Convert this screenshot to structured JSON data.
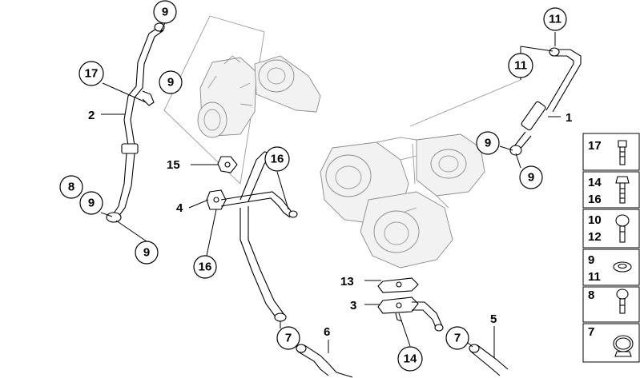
{
  "callouts": {
    "c9_top": "9",
    "c9_a": "9",
    "c17": "17",
    "c2": "2",
    "c8": "8",
    "c9_b": "9",
    "c9_c": "9",
    "c15": "15",
    "c4": "4",
    "c16_a": "16",
    "c16_b": "16",
    "c11_top": "11",
    "c11_b": "11",
    "c1": "1",
    "c9_d": "9",
    "c9_e": "9",
    "c13": "13",
    "c3": "3",
    "c14": "14",
    "c7_a": "7",
    "c6": "6",
    "c7_b": "7",
    "c5": "5"
  },
  "legend": [
    {
      "line1": "17",
      "line2": "",
      "icon": "hollow-bolt-icon"
    },
    {
      "line1": "14",
      "line2": "16",
      "icon": "hex-bolt-icon"
    },
    {
      "line1": "10",
      "line2": "12",
      "icon": "banjo-bolt-icon"
    },
    {
      "line1": "9",
      "line2": "11",
      "icon": "sealing-ring-icon"
    },
    {
      "line1": "8",
      "line2": "",
      "icon": "short-banjo-bolt-icon"
    },
    {
      "line1": "7",
      "line2": "",
      "icon": "hose-clamp-icon"
    }
  ]
}
